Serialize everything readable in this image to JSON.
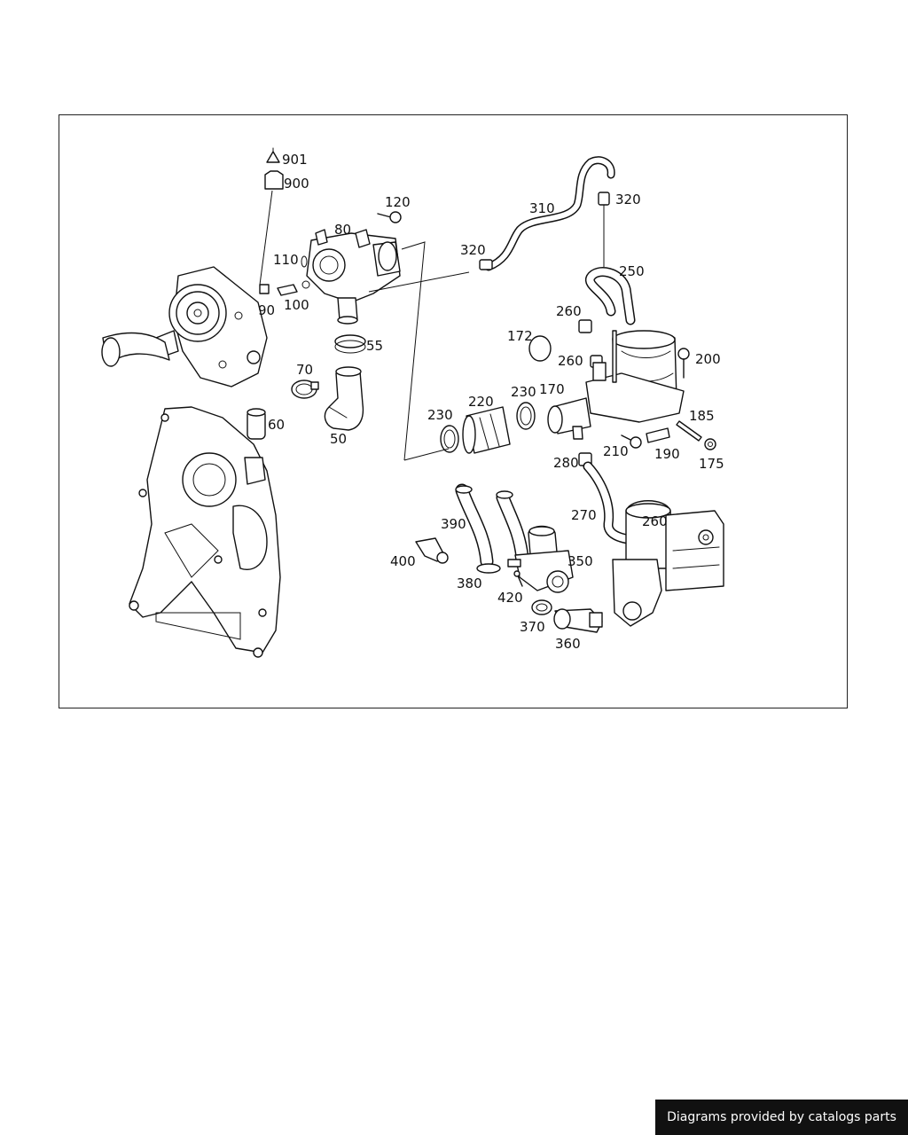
{
  "footer": {
    "credit": "Diagrams provided by catalogs parts"
  },
  "callouts": {
    "c901": "901",
    "c900": "900",
    "c120": "120",
    "c80": "80",
    "c110": "110",
    "c90": "90",
    "c100": "100",
    "c55": "55",
    "c70": "70",
    "c60": "60",
    "c50": "50",
    "c310": "310",
    "c320a": "320",
    "c320b": "320",
    "c250": "250",
    "c260a": "260",
    "c172": "172",
    "c260b": "260",
    "c200": "200",
    "c230a": "230",
    "c220": "220",
    "c230b": "230",
    "c170": "170",
    "c185": "185",
    "c210": "210",
    "c190": "190",
    "c175": "175",
    "c280": "280",
    "c270": "270",
    "c260c": "260",
    "c390": "390",
    "c400": "400",
    "c380": "380",
    "c420": "420",
    "c350": "350",
    "c370": "370",
    "c360": "360"
  }
}
